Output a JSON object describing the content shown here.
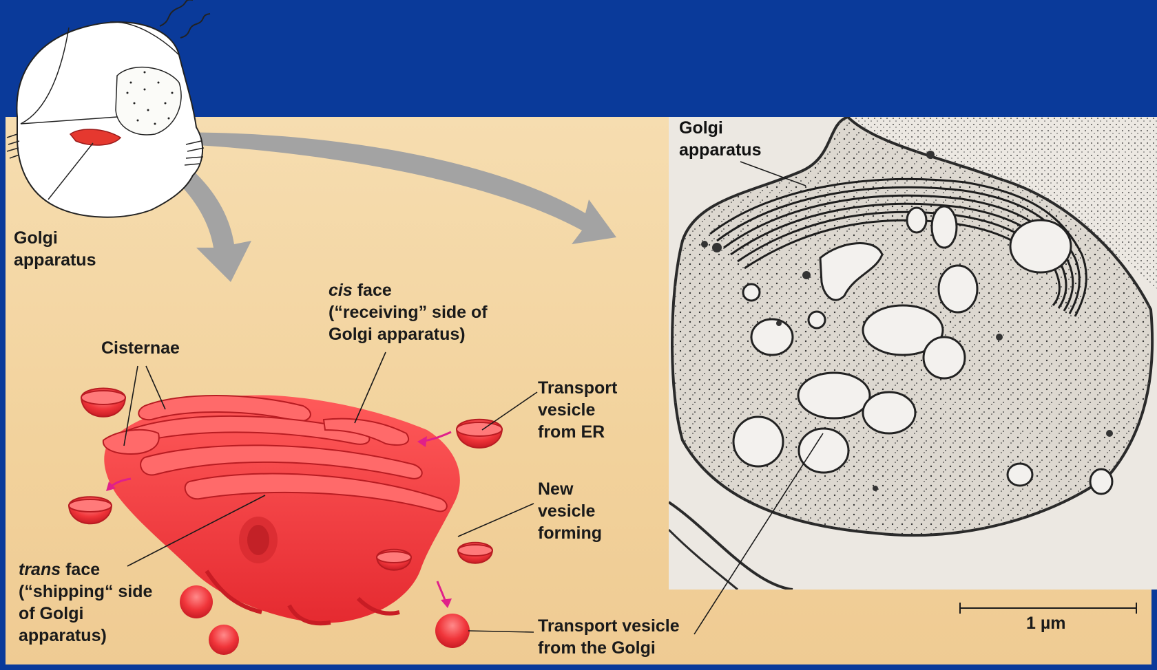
{
  "labels": {
    "cell_golgi": "Golgi\napparatus",
    "cis_face_term": "cis",
    "cis_face_rest": " face\n(“receiving” side of\nGolgi apparatus)",
    "cisternae": "Cisternae",
    "transport_er": "Transport\nvesicle\nfrom ER",
    "new_vesicle": "New\nvesicle\nforming",
    "trans_face_term": "trans",
    "trans_face_rest": " face\n(“shipping“ side\nof Golgi\napparatus)",
    "transport_golgi": "Transport vesicle\nfrom the Golgi",
    "micrograph_golgi": "Golgi\napparatus",
    "scale_bar": "1 µm"
  },
  "colors": {
    "background_blue": "#0a3a9a",
    "panel_tan": "#f4d8a6",
    "golgi_red": "#f0353a",
    "arrow_gray": "#a3a3a3",
    "vesicle_arrow_magenta": "#e0208a"
  }
}
